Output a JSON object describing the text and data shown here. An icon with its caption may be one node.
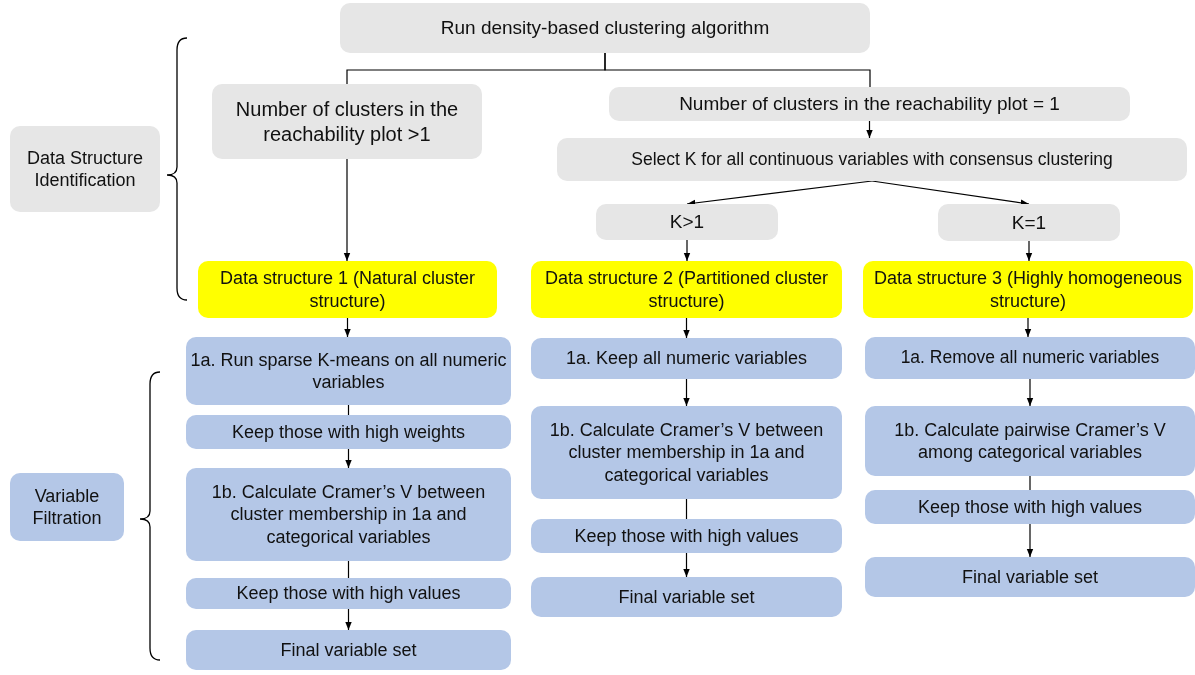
{
  "diagram": {
    "nodes": [
      {
        "text": [
          "Run density-based clustering algorithm"
        ]
      },
      {
        "text": [
          "Number of clusters in the reachability plot >1"
        ]
      },
      {
        "text": [
          "Number of clusters in the reachability plot = 1"
        ]
      },
      {
        "text": [
          "Select K for all continuous variables with consensus clustering"
        ]
      },
      {
        "text": [
          "K>1"
        ]
      },
      {
        "text": [
          "K=1"
        ]
      },
      {
        "text": [
          "Data Structure Identification"
        ]
      },
      {
        "text": [
          "Data structure 1 (Natural cluster structure)"
        ]
      },
      {
        "text": [
          "Data structure 2 (Partitioned cluster structure)"
        ]
      },
      {
        "text": [
          "Data structure 3 (Highly homogeneous structure)"
        ]
      },
      {
        "text": [
          "Variable Filtration"
        ]
      },
      {
        "text": [
          "1a. Run sparse K-means on all numeric variables"
        ]
      },
      {
        "text": [
          "Keep those with high weights"
        ]
      },
      {
        "text": [
          "1b. Calculate Cramer’s V between cluster membership in 1a and categorical variables"
        ]
      },
      {
        "text": [
          "Keep those with high values"
        ]
      },
      {
        "text": [
          "Final variable set"
        ]
      },
      {
        "text": [
          "1a. Keep all numeric variables"
        ]
      },
      {
        "text": [
          "1b. Calculate Cramer’s V between cluster membership in 1a and categorical variables"
        ]
      },
      {
        "text": [
          "Keep those with high values"
        ]
      },
      {
        "text": [
          "Final variable set"
        ]
      },
      {
        "text": [
          "1a. Remove all numeric variables"
        ]
      },
      {
        "text": [
          "1b. Calculate pairwise Cramer’s V among categorical variables"
        ]
      },
      {
        "text": [
          "Keep those with high values"
        ]
      },
      {
        "text": [
          "Final variable set"
        ]
      }
    ],
    "edges": [
      {
        "from": 0,
        "to": 1,
        "arrow": "none"
      },
      {
        "from": 0,
        "to": 2,
        "arrow": "none"
      },
      {
        "from": 2,
        "to": 3,
        "arrow": "to"
      },
      {
        "from": 3,
        "to": 4,
        "arrow": "to"
      },
      {
        "from": 3,
        "to": 5,
        "arrow": "to"
      },
      {
        "from": 1,
        "to": 7,
        "arrow": "to"
      },
      {
        "from": 4,
        "to": 8,
        "arrow": "to"
      },
      {
        "from": 5,
        "to": 9,
        "arrow": "to"
      },
      {
        "from": 7,
        "to": 11,
        "arrow": "to"
      },
      {
        "from": 11,
        "to": 12,
        "arrow": "none"
      },
      {
        "from": 12,
        "to": 13,
        "arrow": "to"
      },
      {
        "from": 13,
        "to": 14,
        "arrow": "none"
      },
      {
        "from": 14,
        "to": 15,
        "arrow": "to"
      },
      {
        "from": 8,
        "to": 16,
        "arrow": "to"
      },
      {
        "from": 16,
        "to": 17,
        "arrow": "to"
      },
      {
        "from": 17,
        "to": 18,
        "arrow": "none"
      },
      {
        "from": 18,
        "to": 19,
        "arrow": "to"
      },
      {
        "from": 9,
        "to": 20,
        "arrow": "to"
      },
      {
        "from": 20,
        "to": 21,
        "arrow": "to"
      },
      {
        "from": 21,
        "to": 22,
        "arrow": "none"
      },
      {
        "from": 22,
        "to": 23,
        "arrow": "to"
      }
    ]
  }
}
